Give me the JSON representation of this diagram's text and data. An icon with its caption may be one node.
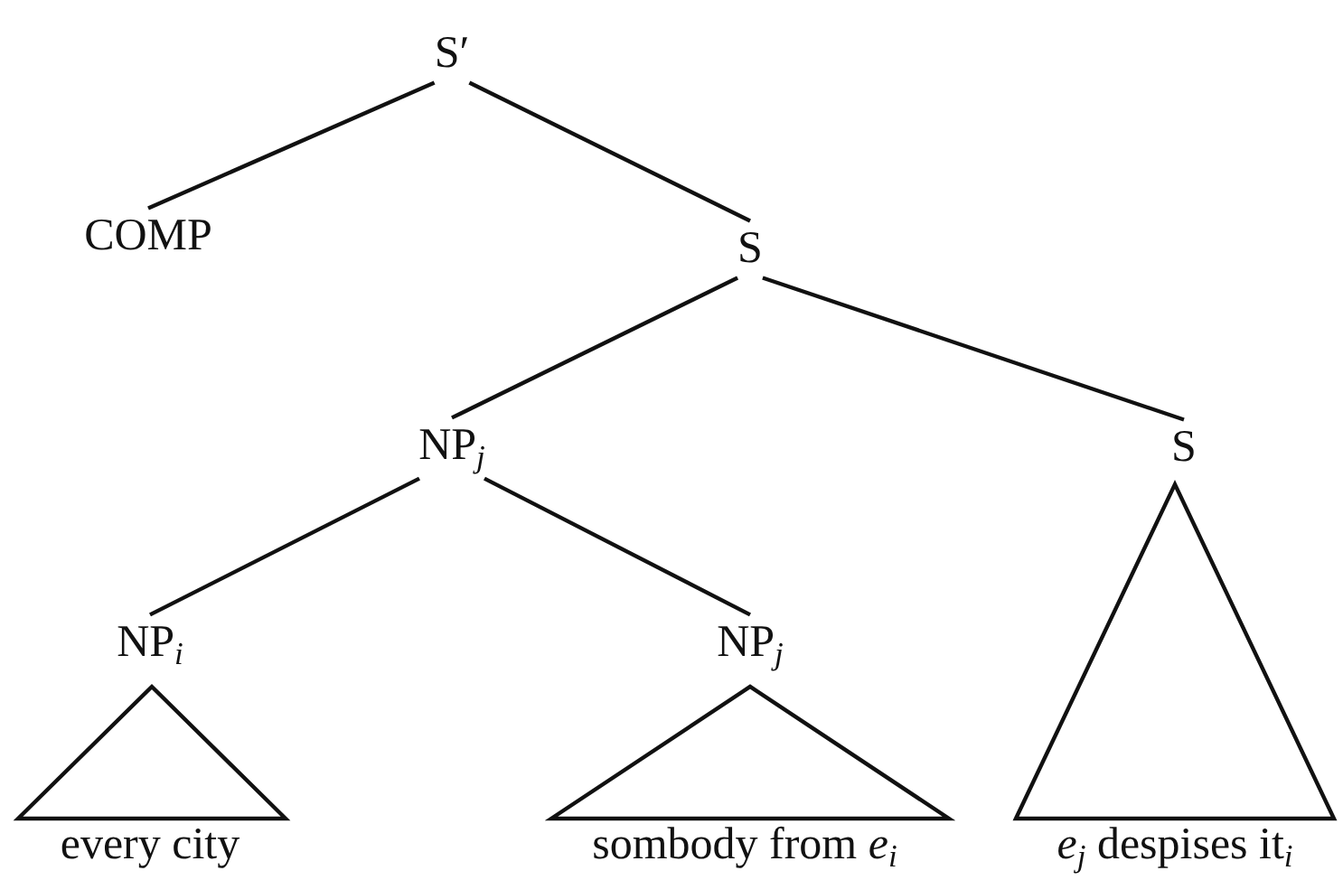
{
  "diagram": {
    "nodes": [
      {
        "text": [
          "S′"
        ]
      },
      {
        "text": [
          "COMP"
        ]
      },
      {
        "text": [
          "S"
        ]
      },
      {
        "text": [
          "NP$_{j}$"
        ]
      },
      {
        "text": [
          "S"
        ]
      },
      {
        "text": [
          "NP$_{i}$"
        ]
      },
      {
        "text": [
          "NP$_{j}$"
        ]
      },
      {
        "text": [
          "every city"
        ]
      },
      {
        "text": [
          "sombody from *e*$_{i}$"
        ]
      },
      {
        "text": [
          "*e*$_{j}$ despises it$_{i}$"
        ]
      }
    ],
    "edges": [
      {
        "from": 0,
        "to": 1,
        "arrow": "none"
      },
      {
        "from": 0,
        "to": 2,
        "arrow": "none"
      },
      {
        "from": 2,
        "to": 3,
        "arrow": "none"
      },
      {
        "from": 2,
        "to": 4,
        "arrow": "none"
      },
      {
        "from": 3,
        "to": 5,
        "arrow": "none"
      },
      {
        "from": 3,
        "to": 6,
        "arrow": "none"
      }
    ]
  }
}
